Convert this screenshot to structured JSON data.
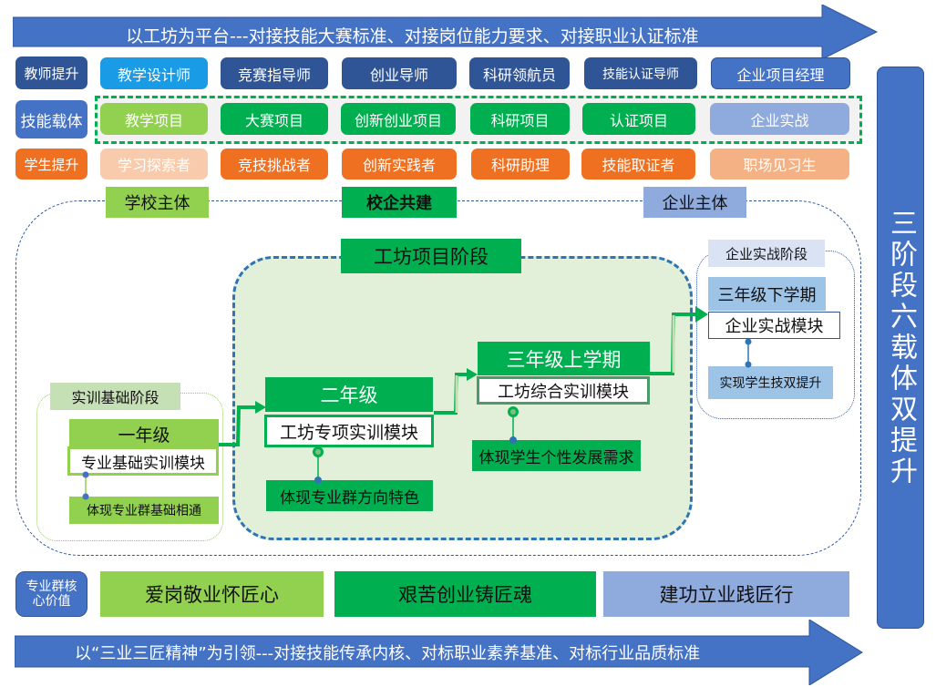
{
  "top_banner": {
    "text": "以工坊为平台---对接技能大赛标准、对接岗位能力要求、对接职业认证标准"
  },
  "bottom_banner": {
    "text": "以“三业三匠精神”为引领---对接技能传承内核、对标职业素养基准、对标行业品质标准"
  },
  "side_title": {
    "text": "三阶段六载体双提升"
  },
  "rows": {
    "teacher": {
      "label": "教师提升",
      "items": [
        "教学设计师",
        "竞赛指导师",
        "创业导师",
        "科研领航员",
        "技能认证导师",
        "企业项目经理"
      ]
    },
    "carrier": {
      "label": "技能载体",
      "items": [
        "教学项目",
        "大赛项目",
        "创新创业项目",
        "科研项目",
        "认证项目",
        "企业实战"
      ]
    },
    "student": {
      "label": "学生提升",
      "items": [
        "学习探索者",
        "竞技挑战者",
        "创新实践者",
        "科研助理",
        "技能取证者",
        "职场见习生"
      ]
    }
  },
  "subjects": {
    "school": "学校主体",
    "joint": "校企共建",
    "enterprise": "企业主体"
  },
  "stages": {
    "basic": {
      "title": "实训基础阶段",
      "grade": "一年级",
      "module": "专业基础实训模块",
      "outcome": "体现专业群基础相通"
    },
    "workshop": {
      "title": "工坊项目阶段",
      "year2": {
        "grade": "二年级",
        "module": "工坊专项实训模块",
        "outcome": "体现专业群方向特色"
      },
      "year3a": {
        "grade": "三年级上学期",
        "module": "工坊综合实训模块",
        "outcome": "体现学生个性发展需求"
      }
    },
    "enterprise": {
      "title": "企业实战阶段",
      "grade": "三年级下学期",
      "module": "企业实战模块",
      "outcome": "实现学生技双提升"
    }
  },
  "core_values": {
    "label": "专业群核心价值",
    "label_line1": "专业群核",
    "label_line2": "心价值",
    "items": [
      "爱岗敬业怀匠心",
      "艰苦创业铸匠魂",
      "建功立业践匠行"
    ]
  },
  "colors": {
    "blue_arrow": "#4472c4",
    "navy": "#2f5597",
    "sky": "#1a9be6",
    "teal_green": "#00b050",
    "light_green": "#92d050",
    "orange": "#f07022",
    "peach": "#f8cbad",
    "light_orange": "#f4b183",
    "lavender": "#8faadc",
    "pale_green_bg": "#e2f0d9"
  }
}
